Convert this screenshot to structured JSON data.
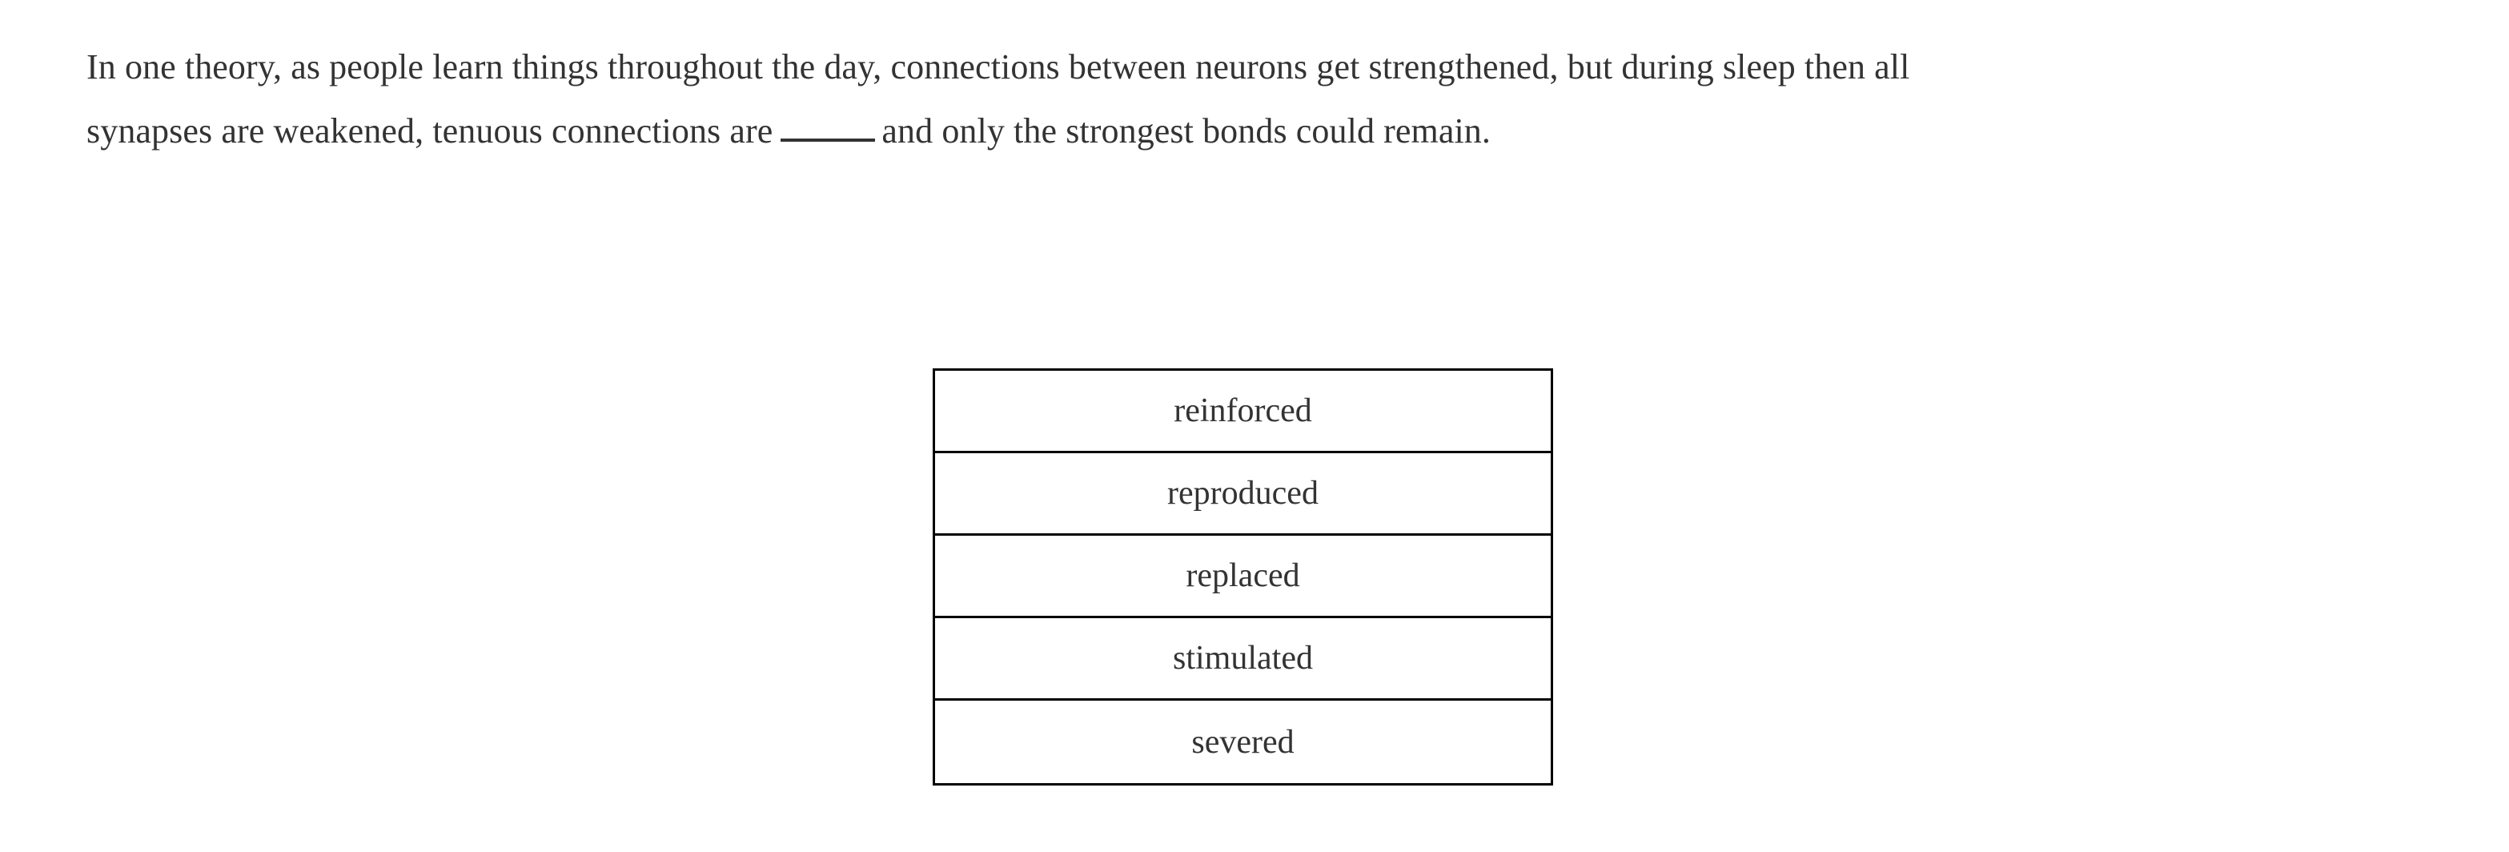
{
  "page": {
    "background_color": "#ffffff",
    "text_color": "#333333",
    "border_color": "#000000"
  },
  "question": {
    "line1": "In one theory, as people learn things throughout the day, connections between neurons get strengthened, but during sleep then all",
    "line2_before_blank": "synapses are weakened, tenuous connections are",
    "blank_text": "______",
    "line2_after_blank": "and only the strongest bonds could remain.",
    "full_text": "In one theory, as people learn things throughout the day, connections between neurons get strengthened, but during sleep then all synapses are weakened, tenuous connections are ______ and only the strongest bonds could remain."
  },
  "answer_choices": {
    "count": 5,
    "options": [
      {
        "index": 1,
        "label": "reinforced"
      },
      {
        "index": 2,
        "label": "reproduced"
      },
      {
        "index": 3,
        "label": "replaced"
      },
      {
        "index": 4,
        "label": "stimulated"
      },
      {
        "index": 5,
        "label": "severed"
      }
    ]
  }
}
